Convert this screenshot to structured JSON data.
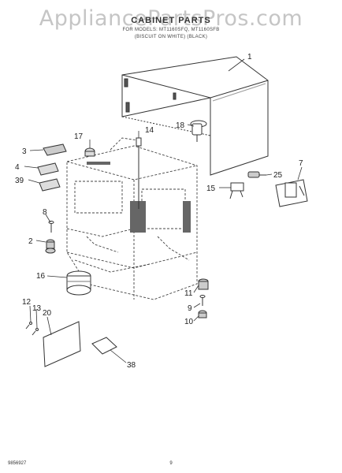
{
  "header": {
    "watermark": "AppliancePartsPros.com",
    "title": "CABINET PARTS",
    "models": "FOR MODELS: MT1160SFQ, MT1160SFB",
    "colors": "(BISCUIT ON WHITE) (BLACK)"
  },
  "parts": {
    "1": "1",
    "14": "14",
    "17": "17",
    "18": "18",
    "3": "3",
    "4": "4",
    "39": "39",
    "25": "25",
    "7": "7",
    "15": "15",
    "8": "8",
    "2": "2",
    "16": "16",
    "11": "11",
    "9": "9",
    "10": "10",
    "12": "12",
    "13": "13",
    "20": "20",
    "38": "38"
  },
  "footer": {
    "code": "9856927",
    "page": "9"
  }
}
